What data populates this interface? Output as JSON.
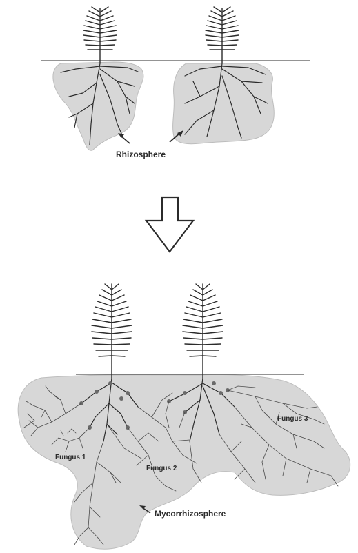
{
  "labels": {
    "rhizosphere": "Rhizosphere",
    "fungus1": "Fungus 1",
    "fungus2": "Fungus 2",
    "fungus3": "Fungus 3",
    "mycorrhizosphere": "Mycorrhizosphere"
  },
  "colors": {
    "zone": "#d7d7d7",
    "ink": "#2b2b2b",
    "background": "#ffffff"
  },
  "icons": {
    "transition_arrow": "down-arrow-outline-icon"
  }
}
